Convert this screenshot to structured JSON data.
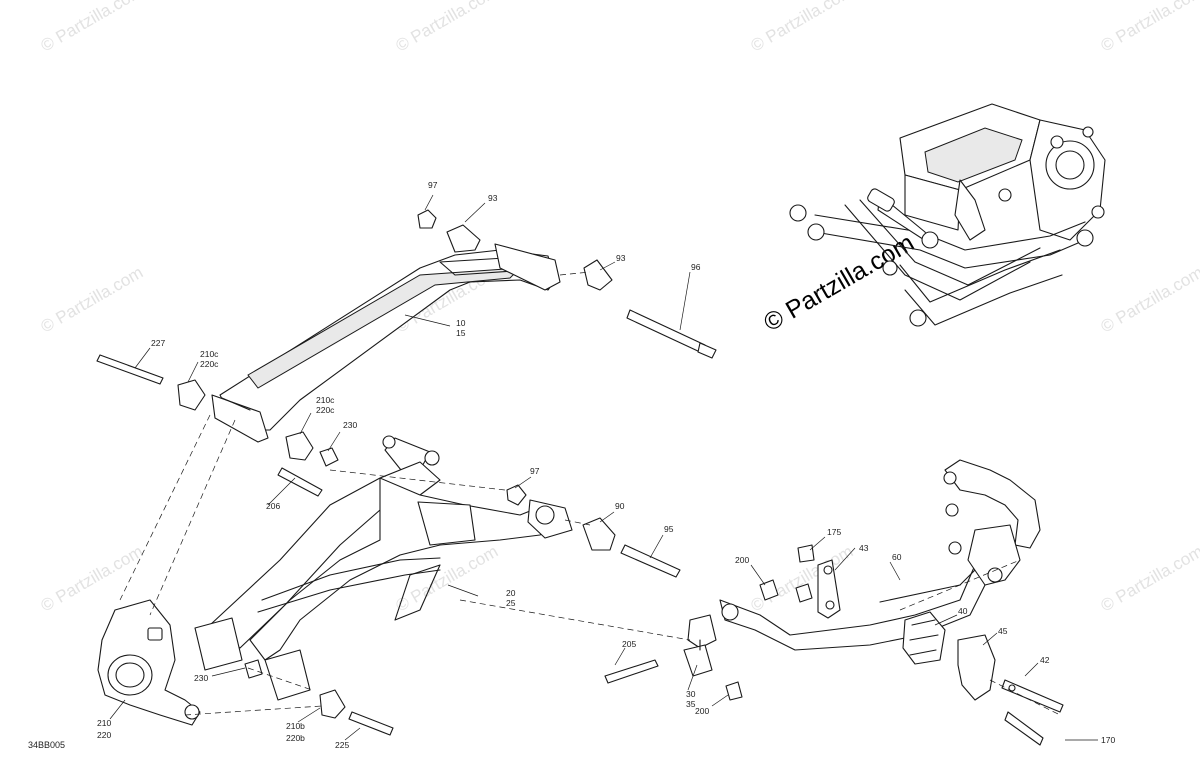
{
  "watermark": {
    "text": "© Partzilla.com",
    "brand_text": "© Partzilla.com"
  },
  "diagram_code": "34BB005",
  "callouts": {
    "c97a": "97",
    "c93a": "93",
    "c93b": "93",
    "c96": "96",
    "c10": "10",
    "c15": "15",
    "c227": "227",
    "c210c_a": "210c",
    "c220c_a": "220c",
    "c210c_b": "210c",
    "c220c_b": "220c",
    "c230a": "230",
    "c97b": "97",
    "c206": "206",
    "c90": "90",
    "c95": "95",
    "c20": "20",
    "c25": "25",
    "c175": "175",
    "c43": "43",
    "c200a": "200",
    "c60": "60",
    "c40": "40",
    "c45": "45",
    "c42": "42",
    "c205": "205",
    "c30": "30",
    "c35": "35",
    "c200b": "200",
    "c230b": "230",
    "c210": "210",
    "c220": "220",
    "c210b": "210b",
    "c220b": "220b",
    "c225": "225",
    "c170": "170"
  }
}
